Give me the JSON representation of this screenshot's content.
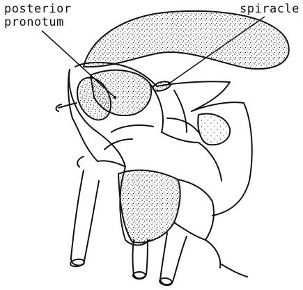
{
  "labels": {
    "posterior_line1": "posterior",
    "posterior_line2": "pronotum",
    "spiracle": "spiracle"
  },
  "colors": {
    "ink": "#111111",
    "paper": "#ffffff"
  }
}
